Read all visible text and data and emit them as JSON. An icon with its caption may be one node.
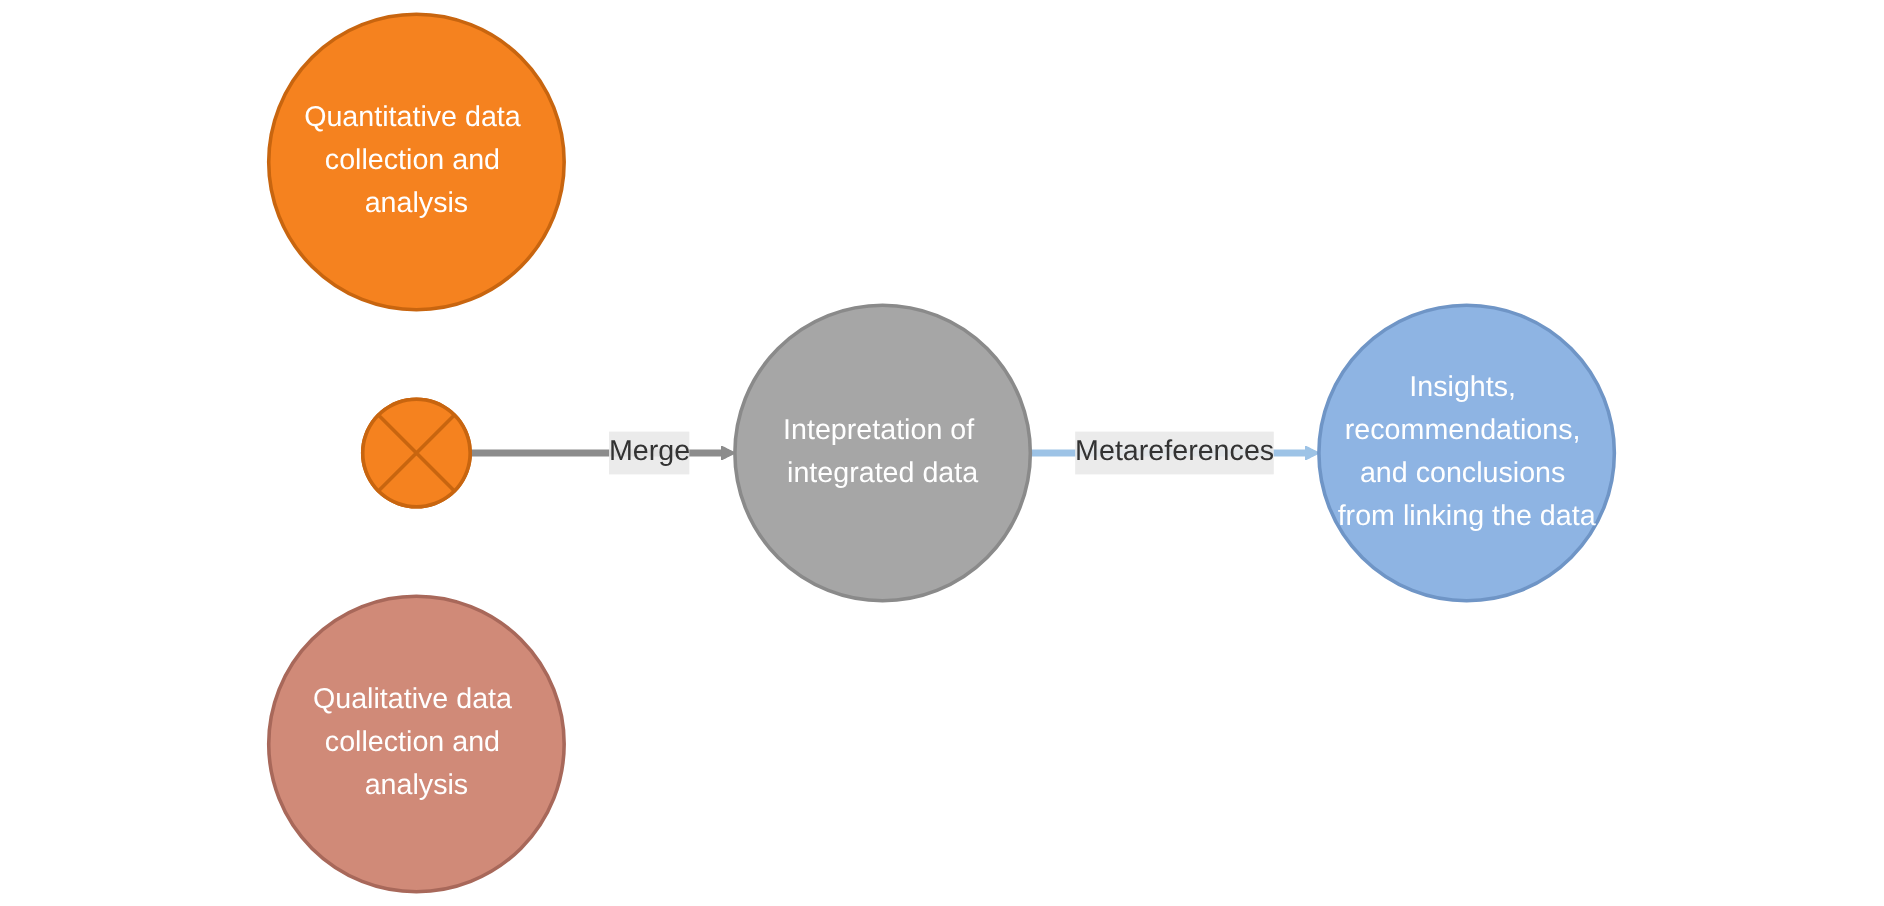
{
  "diagram": {
    "nodes": [
      {
        "text": [
          "Quantitative data collection and analysis"
        ]
      },
      {
        "text": [],
        "shape": "cross"
      },
      {
        "text": [
          "Qualitative data collection and analysis"
        ]
      },
      {
        "text": [
          "Intepretation of integrated data"
        ]
      },
      {
        "text": [
          "Insights, recommendations, and conclusions from linking the data"
        ]
      }
    ],
    "edges": [
      {
        "from": 1,
        "to": 3,
        "arrow": "to",
        "label": "Merge",
        "color": "#8c8c8c"
      },
      {
        "from": 3,
        "to": 4,
        "arrow": "to",
        "label": "Metareferences",
        "color": "#9dc3e6"
      }
    ]
  }
}
